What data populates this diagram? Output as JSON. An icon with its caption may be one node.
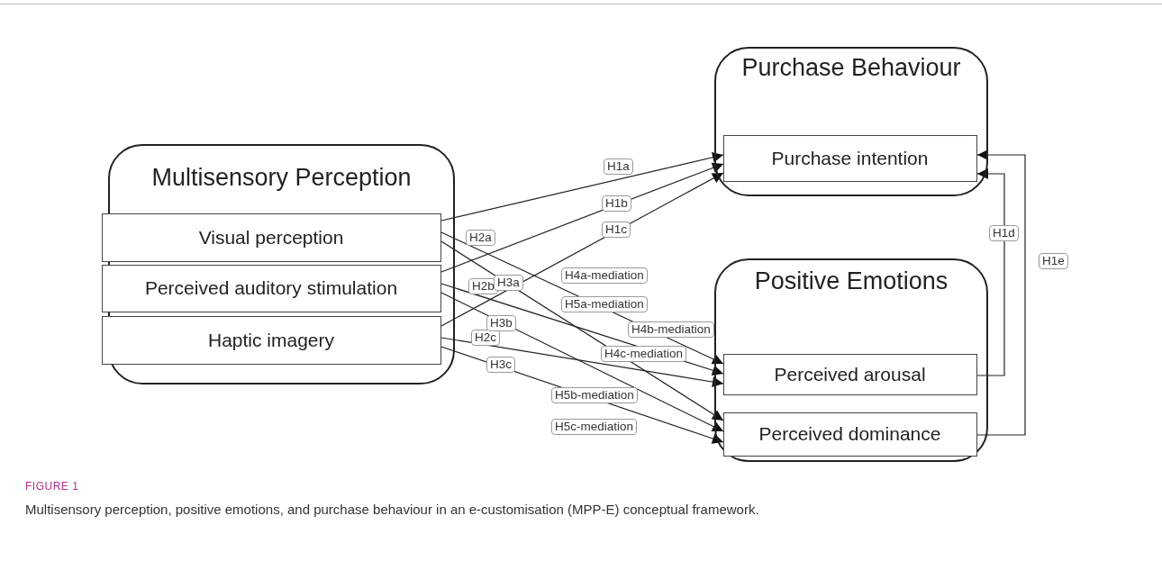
{
  "diagram": {
    "title": "FIGURE 1",
    "caption": "Multisensory perception, positive emotions, and purchase behaviour in an e-customisation (MPP-E) conceptual framework.",
    "nodes": [
      {
        "text": [
          "Multisensory Perception"
        ]
      },
      {
        "text": [
          "Visual perception"
        ],
        "in": 0
      },
      {
        "text": [
          "Perceived auditory stimulation"
        ],
        "in": 0
      },
      {
        "text": [
          "Haptic imagery"
        ],
        "in": 0
      },
      {
        "text": [
          "Purchase Behaviour"
        ]
      },
      {
        "text": [
          "Purchase intention"
        ],
        "in": 4
      },
      {
        "text": [
          "Positive Emotions"
        ]
      },
      {
        "text": [
          "Perceived arousal"
        ],
        "in": 6
      },
      {
        "text": [
          "Perceived dominance"
        ],
        "in": 6
      }
    ],
    "edges": [
      {
        "from": 1,
        "to": 5,
        "arrow": "to",
        "label": "H1a"
      },
      {
        "from": 2,
        "to": 5,
        "arrow": "to",
        "label": "H1b"
      },
      {
        "from": 3,
        "to": 5,
        "arrow": "to",
        "label": "H1c"
      },
      {
        "from": 7,
        "to": 5,
        "arrow": "to",
        "label": "H1d"
      },
      {
        "from": 8,
        "to": 5,
        "arrow": "to",
        "label": "H1e"
      },
      {
        "from": 1,
        "to": 7,
        "arrow": "to",
        "label": "H2a"
      },
      {
        "from": 2,
        "to": 7,
        "arrow": "to",
        "label": "H2b"
      },
      {
        "from": 3,
        "to": 7,
        "arrow": "to",
        "label": "H2c"
      },
      {
        "from": 1,
        "to": 8,
        "arrow": "to",
        "label": "H3a"
      },
      {
        "from": 2,
        "to": 8,
        "arrow": "to",
        "label": "H3b"
      },
      {
        "from": 3,
        "to": 8,
        "arrow": "to",
        "label": "H3c"
      }
    ],
    "labels": [
      "H4a-mediation",
      "H5a-mediation",
      "H4b-mediation",
      "H4c-mediation",
      "H5b-mediation",
      "H5c-mediation"
    ]
  }
}
